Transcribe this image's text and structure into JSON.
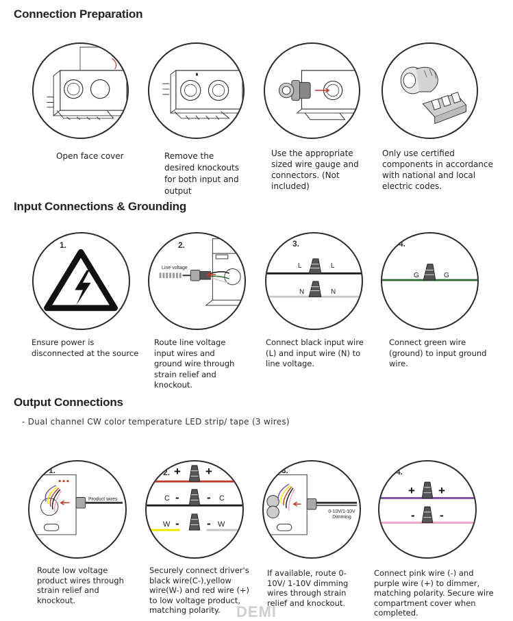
{
  "sections": {
    "prep_title": "Connection Preparation",
    "input_title": "Input Connections & Grounding",
    "output_title": "Output Connections",
    "output_subtitle": "- Dual channel CW color temperature LED strip/ tape (3 wires)"
  },
  "prep": {
    "step1": "Open face cover",
    "step2": "Remove the desired knockouts for both input and output",
    "step3": "Use the appropriate sized wire gauge and connectors. (Not included)",
    "step4": "Only use certified components in accordance with national and local electric codes."
  },
  "input": {
    "n1": "1.",
    "n2": "2.",
    "n3": "3.",
    "n4": "4.",
    "line_voltage": "Line voltage",
    "L": "L",
    "N": "N",
    "G": "G",
    "step1": "Ensure power is disconnected at the source",
    "step2": "Route line voltage input wires and ground wire through strain relief and knockout.",
    "step3": "Connect black input wire (L) and input wire (N) to line voltage.",
    "step4": "Connect green wire (ground) to input ground wire."
  },
  "output": {
    "n1": "1.",
    "n2": "2.",
    "n3": "3.",
    "n4": "4.",
    "product_wires": "Product wires",
    "dimming": "0-10V/1-10V Dimming",
    "C": "C",
    "W": "W",
    "plus": "+",
    "minus": "-",
    "step1": "Route low voltage product wires through strain relief and knockout.",
    "step2": "Securely connect driver's black wire(C-),yellow wire(W-) and red wire (+) to low voltage product, matching polarity.",
    "step3": "If available, route 0-10V/ 1-10V dimming wires through strain relief and knockout.",
    "step4": "Connect pink wire (-) and purple wire (+) to dimmer, matching polarity. Secure wire compartment cover when completed."
  },
  "watermark": "DEMI",
  "colors": {
    "black_wire": "#1a1a1a",
    "neutral_wire": "#c8c8c8",
    "ground_wire": "#2f6b2f",
    "red_wire": "#c0392b",
    "yellow_wire": "#f2e600",
    "purple_wire": "#7a4fa0",
    "pink_wire": "#f0a6c8"
  }
}
